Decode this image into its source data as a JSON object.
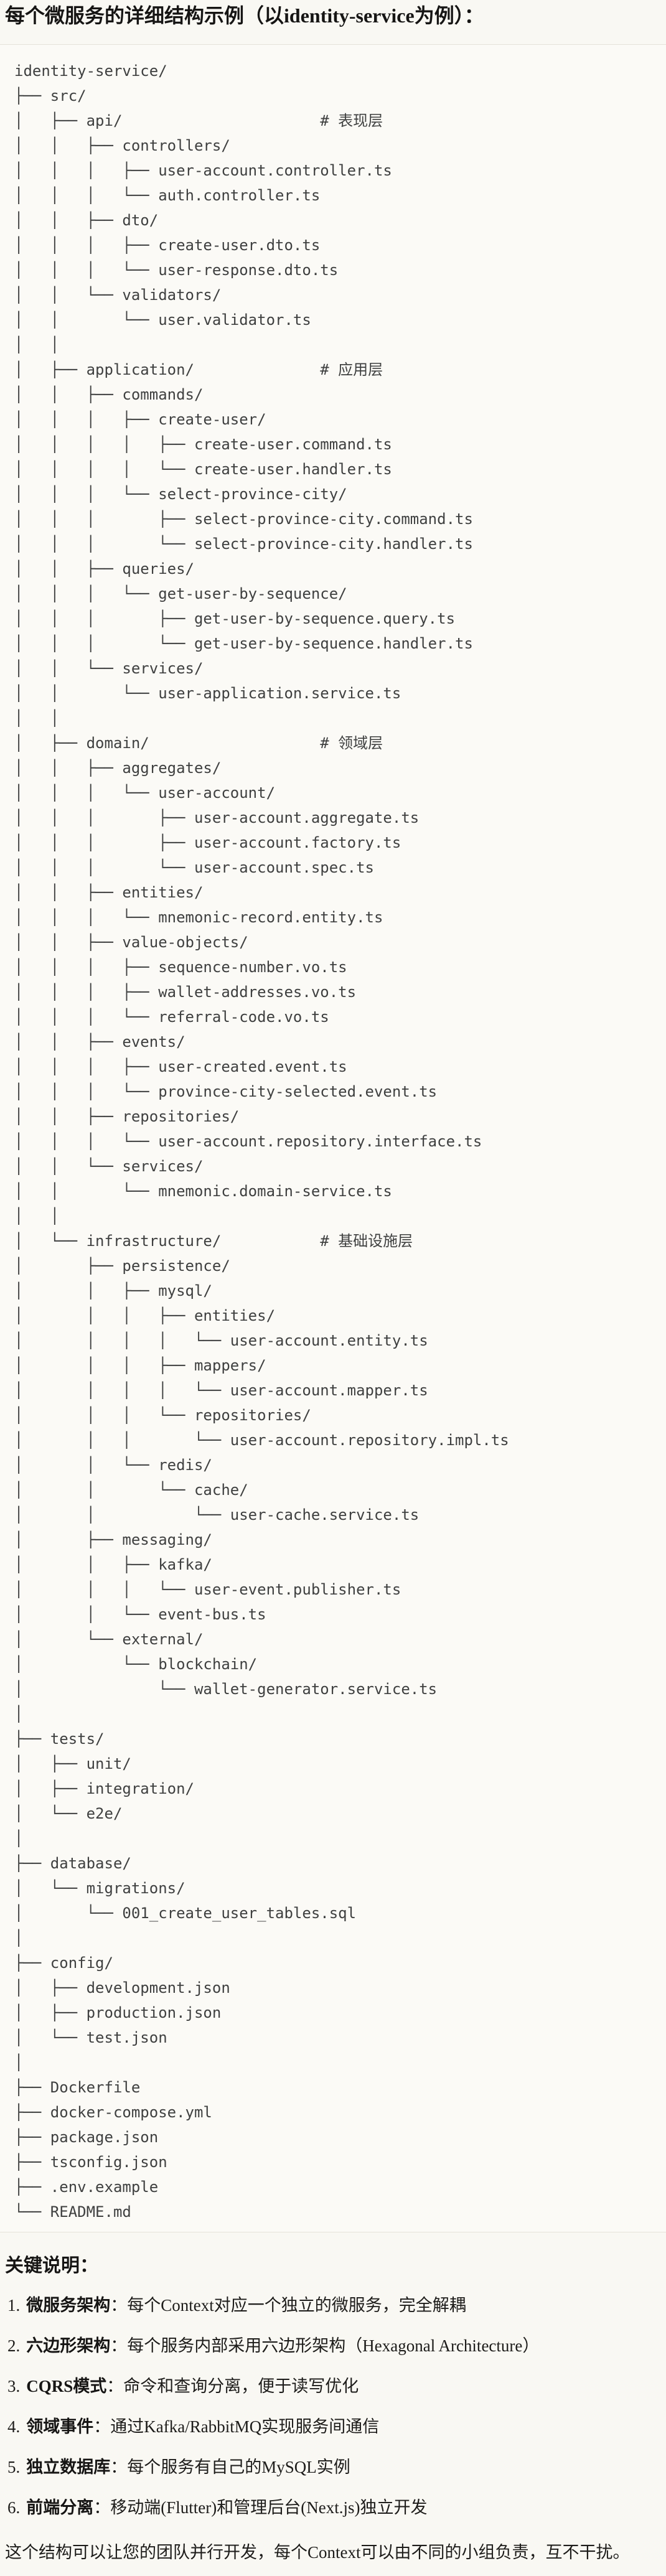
{
  "title": "每个微服务的详细结构示例（以identity-service为例）：",
  "colors": {
    "page_bg": "#f9f8f3",
    "code_bg": "#fbfaf6",
    "code_border": "#e5e2da",
    "body_text": "#1d1c1a",
    "code_text": "#3f4040"
  },
  "tree": {
    "lines": [
      "identity-service/",
      "├── src/",
      "│   ├── api/                      # 表现层",
      "│   │   ├── controllers/",
      "│   │   │   ├── user-account.controller.ts",
      "│   │   │   └── auth.controller.ts",
      "│   │   ├── dto/",
      "│   │   │   ├── create-user.dto.ts",
      "│   │   │   └── user-response.dto.ts",
      "│   │   └── validators/",
      "│   │       └── user.validator.ts",
      "│   │",
      "│   ├── application/              # 应用层",
      "│   │   ├── commands/",
      "│   │   │   ├── create-user/",
      "│   │   │   │   ├── create-user.command.ts",
      "│   │   │   │   └── create-user.handler.ts",
      "│   │   │   └── select-province-city/",
      "│   │   │       ├── select-province-city.command.ts",
      "│   │   │       └── select-province-city.handler.ts",
      "│   │   ├── queries/",
      "│   │   │   └── get-user-by-sequence/",
      "│   │   │       ├── get-user-by-sequence.query.ts",
      "│   │   │       └── get-user-by-sequence.handler.ts",
      "│   │   └── services/",
      "│   │       └── user-application.service.ts",
      "│   │",
      "│   ├── domain/                   # 领域层",
      "│   │   ├── aggregates/",
      "│   │   │   └── user-account/",
      "│   │   │       ├── user-account.aggregate.ts",
      "│   │   │       ├── user-account.factory.ts",
      "│   │   │       └── user-account.spec.ts",
      "│   │   ├── entities/",
      "│   │   │   └── mnemonic-record.entity.ts",
      "│   │   ├── value-objects/",
      "│   │   │   ├── sequence-number.vo.ts",
      "│   │   │   ├── wallet-addresses.vo.ts",
      "│   │   │   └── referral-code.vo.ts",
      "│   │   ├── events/",
      "│   │   │   ├── user-created.event.ts",
      "│   │   │   └── province-city-selected.event.ts",
      "│   │   ├── repositories/",
      "│   │   │   └── user-account.repository.interface.ts",
      "│   │   └── services/",
      "│   │       └── mnemonic.domain-service.ts",
      "│   │",
      "│   └── infrastructure/           # 基础设施层",
      "│       ├── persistence/",
      "│       │   ├── mysql/",
      "│       │   │   ├── entities/",
      "│       │   │   │   └── user-account.entity.ts",
      "│       │   │   ├── mappers/",
      "│       │   │   │   └── user-account.mapper.ts",
      "│       │   │   └── repositories/",
      "│       │   │       └── user-account.repository.impl.ts",
      "│       │   └── redis/",
      "│       │       └── cache/",
      "│       │           └── user-cache.service.ts",
      "│       ├── messaging/",
      "│       │   ├── kafka/",
      "│       │   │   └── user-event.publisher.ts",
      "│       │   └── event-bus.ts",
      "│       └── external/",
      "│           └── blockchain/",
      "│               └── wallet-generator.service.ts",
      "│",
      "├── tests/",
      "│   ├── unit/",
      "│   ├── integration/",
      "│   └── e2e/",
      "│",
      "├── database/",
      "│   └── migrations/",
      "│       └── 001_create_user_tables.sql",
      "│",
      "├── config/",
      "│   ├── development.json",
      "│   ├── production.json",
      "│   └── test.json",
      "│",
      "├── Dockerfile",
      "├── docker-compose.yml",
      "├── package.json",
      "├── tsconfig.json",
      "├── .env.example",
      "└── README.md"
    ]
  },
  "notes": {
    "heading": "关键说明：",
    "items": [
      {
        "num": "1.",
        "label": "微服务架构",
        "sep": "：",
        "text": "每个Context对应一个独立的微服务，完全解耦"
      },
      {
        "num": "2.",
        "label": "六边形架构",
        "sep": "：",
        "text": "每个服务内部采用六边形架构（Hexagonal Architecture）"
      },
      {
        "num": "3.",
        "label": "CQRS模式",
        "sep": "：",
        "text": "命令和查询分离，便于读写优化"
      },
      {
        "num": "4.",
        "label": "领域事件",
        "sep": "：",
        "text": "通过Kafka/RabbitMQ实现服务间通信"
      },
      {
        "num": "5.",
        "label": "独立数据库",
        "sep": "：",
        "text": "每个服务有自己的MySQL实例"
      },
      {
        "num": "6.",
        "label": "前端分离",
        "sep": "：",
        "text": "移动端(Flutter)和管理后台(Next.js)独立开发"
      }
    ],
    "closing": "这个结构可以让您的团队并行开发，每个Context可以由不同的小组负责，互不干扰。"
  }
}
